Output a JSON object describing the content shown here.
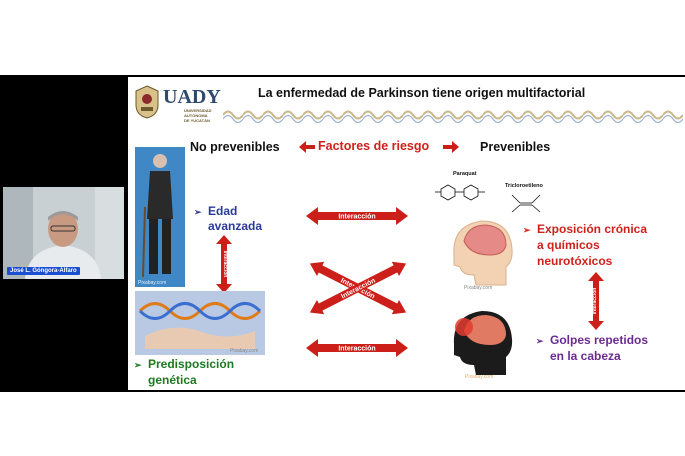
{
  "video": {
    "presenter_name": "José L. Góngora-Alfaro"
  },
  "slide": {
    "logo": {
      "name": "UADY",
      "subtitle_1": "UNIVERSIDAD",
      "subtitle_2": "AUTÓNOMA",
      "subtitle_3": "DE YUCATÁN"
    },
    "title": "La enfermedad de Parkinson tiene origen multifactorial",
    "left_header": "No prevenibles",
    "center_header": "Factores de riesgo",
    "right_header": "Prevenibles",
    "factor_age_1": "Edad",
    "factor_age_2": "avanzada",
    "factor_genetic_1": "Predisposición",
    "factor_genetic_2": "genética",
    "factor_chem_1": "Exposición crónica",
    "factor_chem_2": "a químicos",
    "factor_chem_3": "neurotóxicos",
    "factor_head_1": "Golpes repetidos",
    "factor_head_2": "en la cabeza",
    "interaction_label": "Interacción",
    "paraquat_label": "Paraquat",
    "trichloro_label": "Tricloroetileno",
    "credit_1": "Pixabay.com",
    "credit_2": "Pixabay.com",
    "credit_3": "Pixabay.com",
    "credit_4": "Pixabay.com",
    "bullet": "➢"
  },
  "colors": {
    "slide_blue": "#2b3a9a",
    "slide_red": "#d0211b",
    "slide_green": "#1c7a20",
    "slide_purple": "#6a2c91",
    "arrow_red": "#cc1f1a",
    "nameplate_blue": "#1a4fd0"
  }
}
